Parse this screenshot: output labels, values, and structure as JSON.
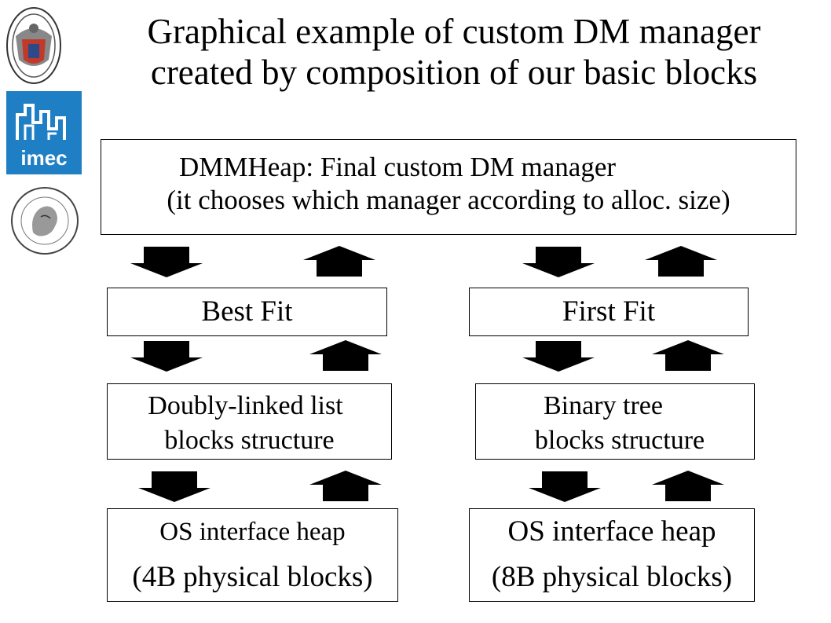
{
  "title": {
    "line1": "Graphical example of custom DM manager",
    "line2": "created by composition of our basic blocks"
  },
  "logos": {
    "top": "university-seal",
    "middle": "imec",
    "bottom": "greek-university-seal"
  },
  "logo_text": {
    "imec": "imec"
  },
  "boxes": {
    "top": {
      "line1": "DMMHeap: Final custom DM manager",
      "line2": "(it chooses which manager according to alloc. size)"
    },
    "best_fit": {
      "label": "Best Fit"
    },
    "first_fit": {
      "label": "First Fit"
    },
    "doubly_linked": {
      "line1": "Doubly-linked list",
      "line2": "blocks structure"
    },
    "binary_tree": {
      "line1": "Binary tree",
      "line2": "blocks structure"
    },
    "os_left": {
      "line1": "OS interface heap",
      "line2": "(4B physical blocks)"
    },
    "os_right": {
      "line1": "OS interface heap",
      "line2": "(8B physical blocks)"
    }
  },
  "colors": {
    "imec_blue": "#1f7fc4",
    "ucm_red": "#c0392b"
  }
}
